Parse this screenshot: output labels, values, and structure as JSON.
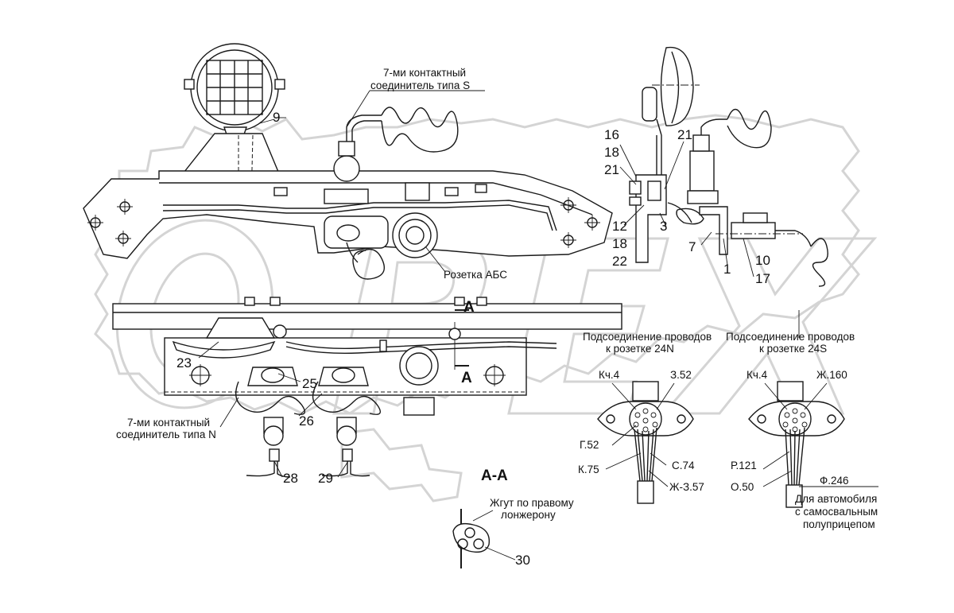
{
  "watermark": "OPEX",
  "callouts": {
    "c1": "1",
    "c3": "3",
    "c7": "7",
    "c9": "9",
    "c10": "10",
    "c12": "12",
    "c16": "16",
    "c17": "17",
    "c18a": "18",
    "c18b": "18",
    "c21a": "21",
    "c21b": "21",
    "c22": "22",
    "c23": "23",
    "c25": "25",
    "c26": "26",
    "c28": "28",
    "c29": "29",
    "c30": "30"
  },
  "labels": {
    "connector_s_line1": "7-ми контактный",
    "connector_s_line2": "соединитель типа S",
    "connector_n_line1": "7-ми контактный",
    "connector_n_line2": "соединитель типа N",
    "abs_socket": "Розетка АБС",
    "section_mark_a": "А",
    "section_title": "А-А",
    "harness_line1": "Жгут по правому",
    "harness_line2": "лонжерону",
    "conn24n_line1": "Подсоединение проводов",
    "conn24n_line2": "к розетке 24N",
    "conn24s_line1": "Подсоединение проводов",
    "conn24s_line2": "к розетке 24S",
    "dump_line1": "Для автомобиля",
    "dump_line2": "с самосвальным",
    "dump_line3": "полуприцепом"
  },
  "wires_24n": [
    "Кч.4",
    "З.52",
    "Г.52",
    "К.75",
    "С.74",
    "Ж-З.57"
  ],
  "wires_24s": [
    "Кч.4",
    "Ж.160",
    "Р.121",
    "О.50",
    "Ф.246"
  ]
}
